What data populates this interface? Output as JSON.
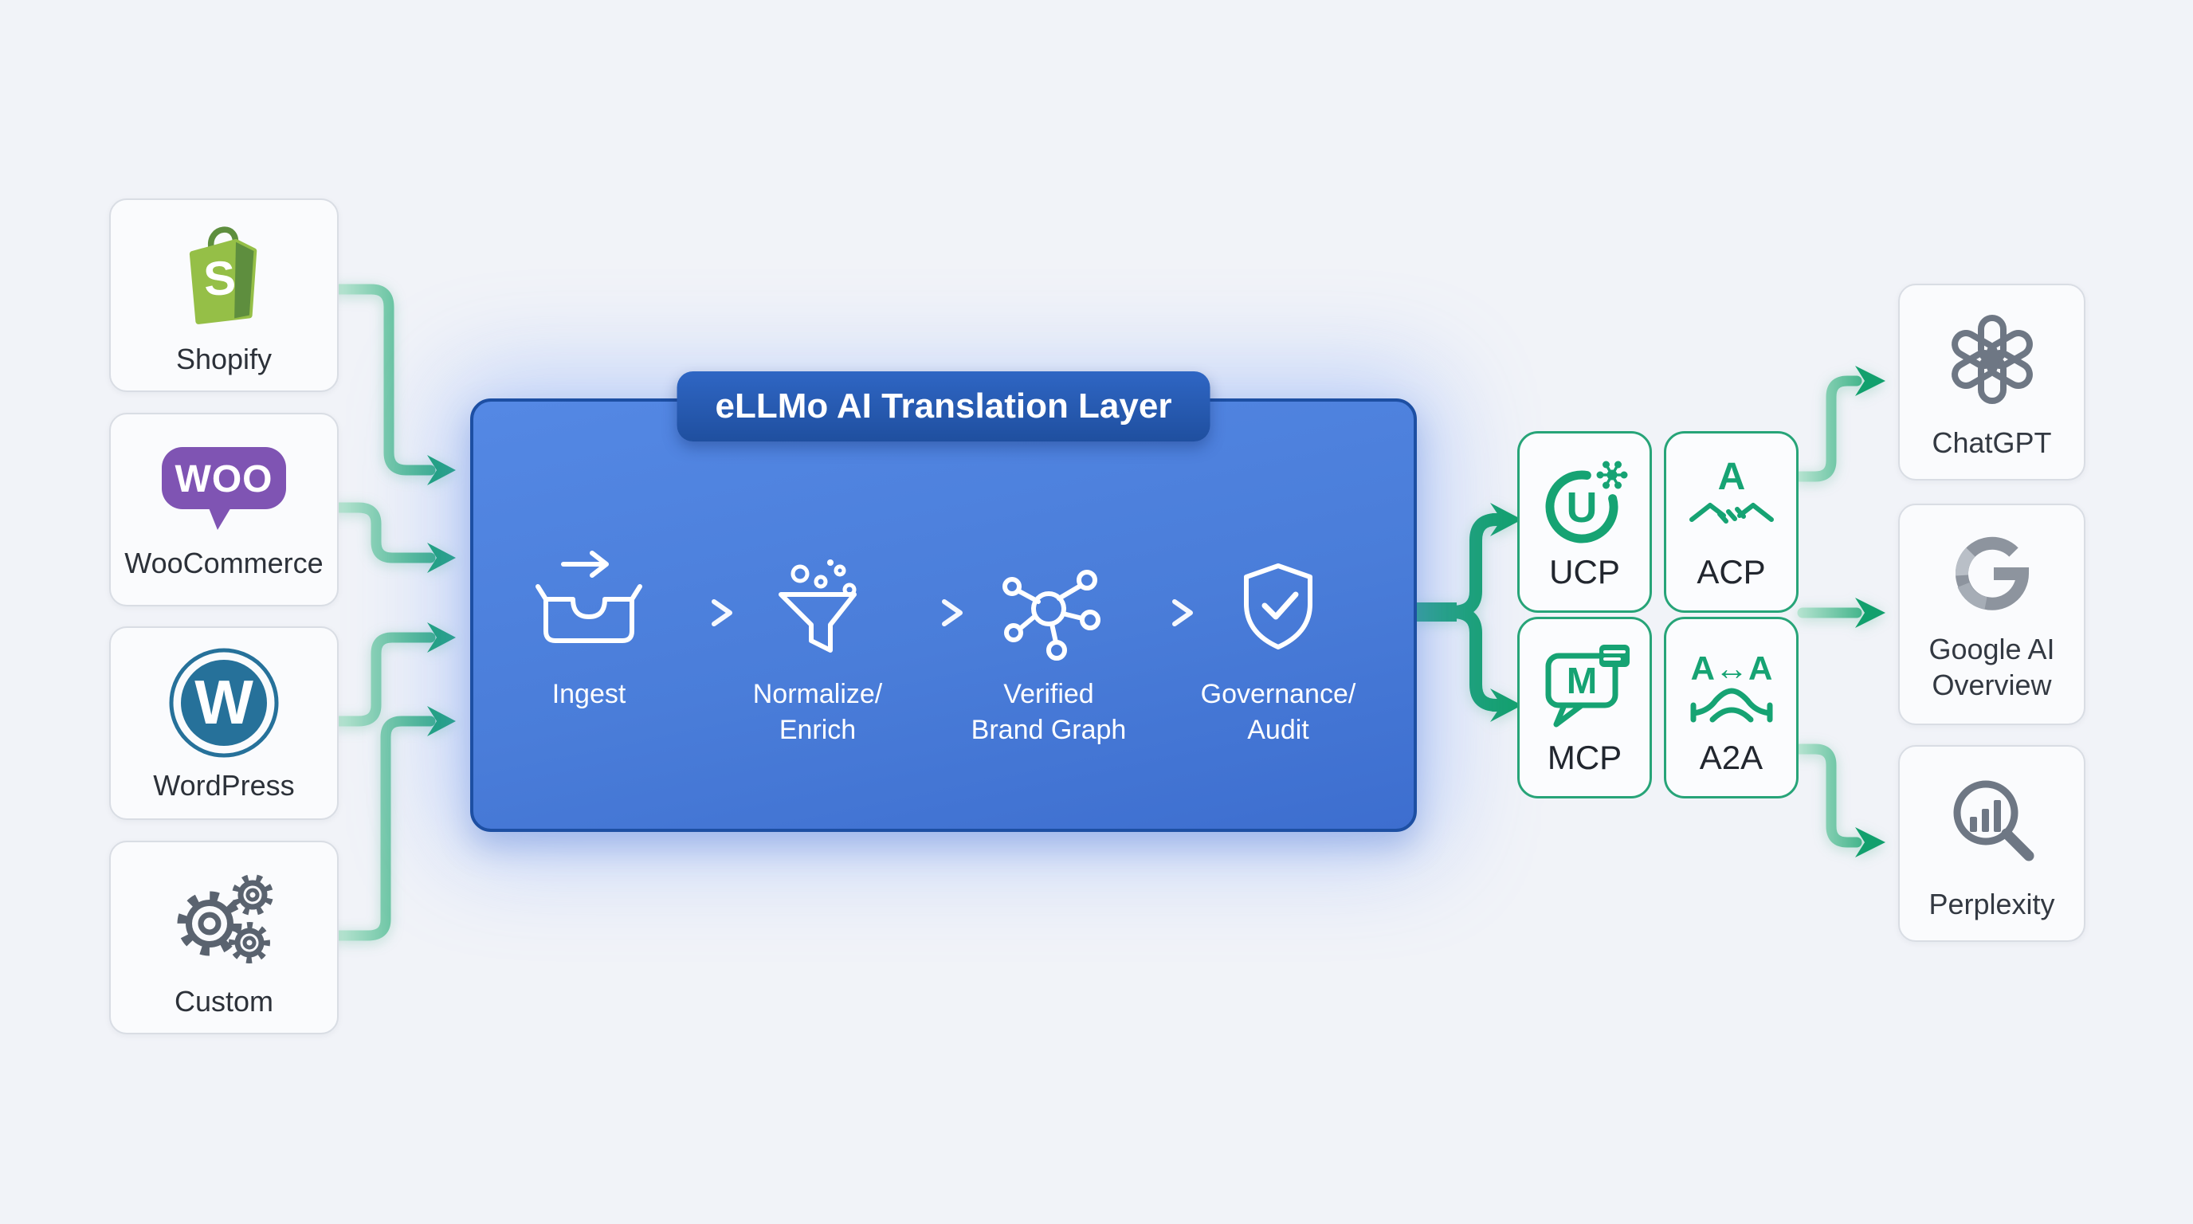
{
  "colors": {
    "background": "#f1f3f8",
    "accent_green": "#12a06d",
    "accent_green_light": "#bfe7d6",
    "pipeline_blue": "#4a7dd9",
    "pipeline_border": "#1d4fa3",
    "badge_blue": "#2a5cb4",
    "protocol_green": "#16a373",
    "dest_icon_gray": "#6e7784",
    "shopify_green": "#95bf47",
    "woo_purple": "#7f54b3",
    "wordpress_blue": "#26719a"
  },
  "sources": {
    "items": [
      {
        "label": "Shopify"
      },
      {
        "label": "WooCommerce"
      },
      {
        "label": "WordPress"
      },
      {
        "label": "Custom"
      }
    ]
  },
  "pipeline": {
    "title": "eLLMo AI Translation Layer",
    "steps": [
      {
        "line1": "Ingest",
        "line2": ""
      },
      {
        "line1": "Normalize/",
        "line2": "Enrich"
      },
      {
        "line1": "Verified",
        "line2": "Brand Graph"
      },
      {
        "line1": "Governance/",
        "line2": "Audit"
      }
    ]
  },
  "protocols": {
    "items": [
      {
        "label": "UCP"
      },
      {
        "label": "ACP"
      },
      {
        "label": "MCP"
      },
      {
        "label": "A2A"
      }
    ]
  },
  "destinations": {
    "items": [
      {
        "label": "ChatGPT"
      },
      {
        "label": "Google AI Overview"
      },
      {
        "label": "Perplexity"
      }
    ]
  },
  "icon_glyphs": {
    "shopify": "S",
    "woo": "WOO",
    "wordpress": "W",
    "ucp": "U",
    "acp": "A",
    "mcp": "M",
    "a2a": "A↔A"
  }
}
